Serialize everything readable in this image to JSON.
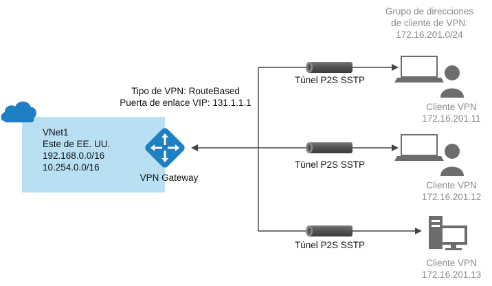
{
  "vnet": {
    "name": "VNet1",
    "region": "Este de EE. UU.",
    "address_spaces": [
      "192.168.0.0/16",
      "10.254.0.0/16"
    ]
  },
  "gateway": {
    "label": "VPN Gateway",
    "vpn_type": "Tipo de VPN: RouteBased",
    "vip": "Puerta de enlace VIP: 131.1.1.1"
  },
  "pool": {
    "title_line1": "Grupo de direcciones",
    "title_line2": "de cliente de VPN:",
    "range": "172.16.201.0/24"
  },
  "tunnels": [
    {
      "label": "Túnel P2S SSTP"
    },
    {
      "label": "Túnel P2S SSTP"
    },
    {
      "label": "Túnel P2S SSTP"
    }
  ],
  "clients": [
    {
      "name": "Cliente VPN",
      "ip": "172.16.201.11",
      "icon": "laptop-user-icon"
    },
    {
      "name": "Cliente VPN",
      "ip": "172.16.201.12",
      "icon": "laptop-user-icon"
    },
    {
      "name": "Cliente VPN",
      "ip": "172.16.201.13",
      "icon": "desktop-computer-icon"
    }
  ],
  "colors": {
    "vnet_fill": "#b9dff2",
    "cloud": "#1e7fc2",
    "gateway": "#1e7fc2",
    "line": "#444444",
    "tunnel": "#5a5a5a",
    "client_icon": "#6d6d6d",
    "gray_text": "#8a8a8a"
  }
}
